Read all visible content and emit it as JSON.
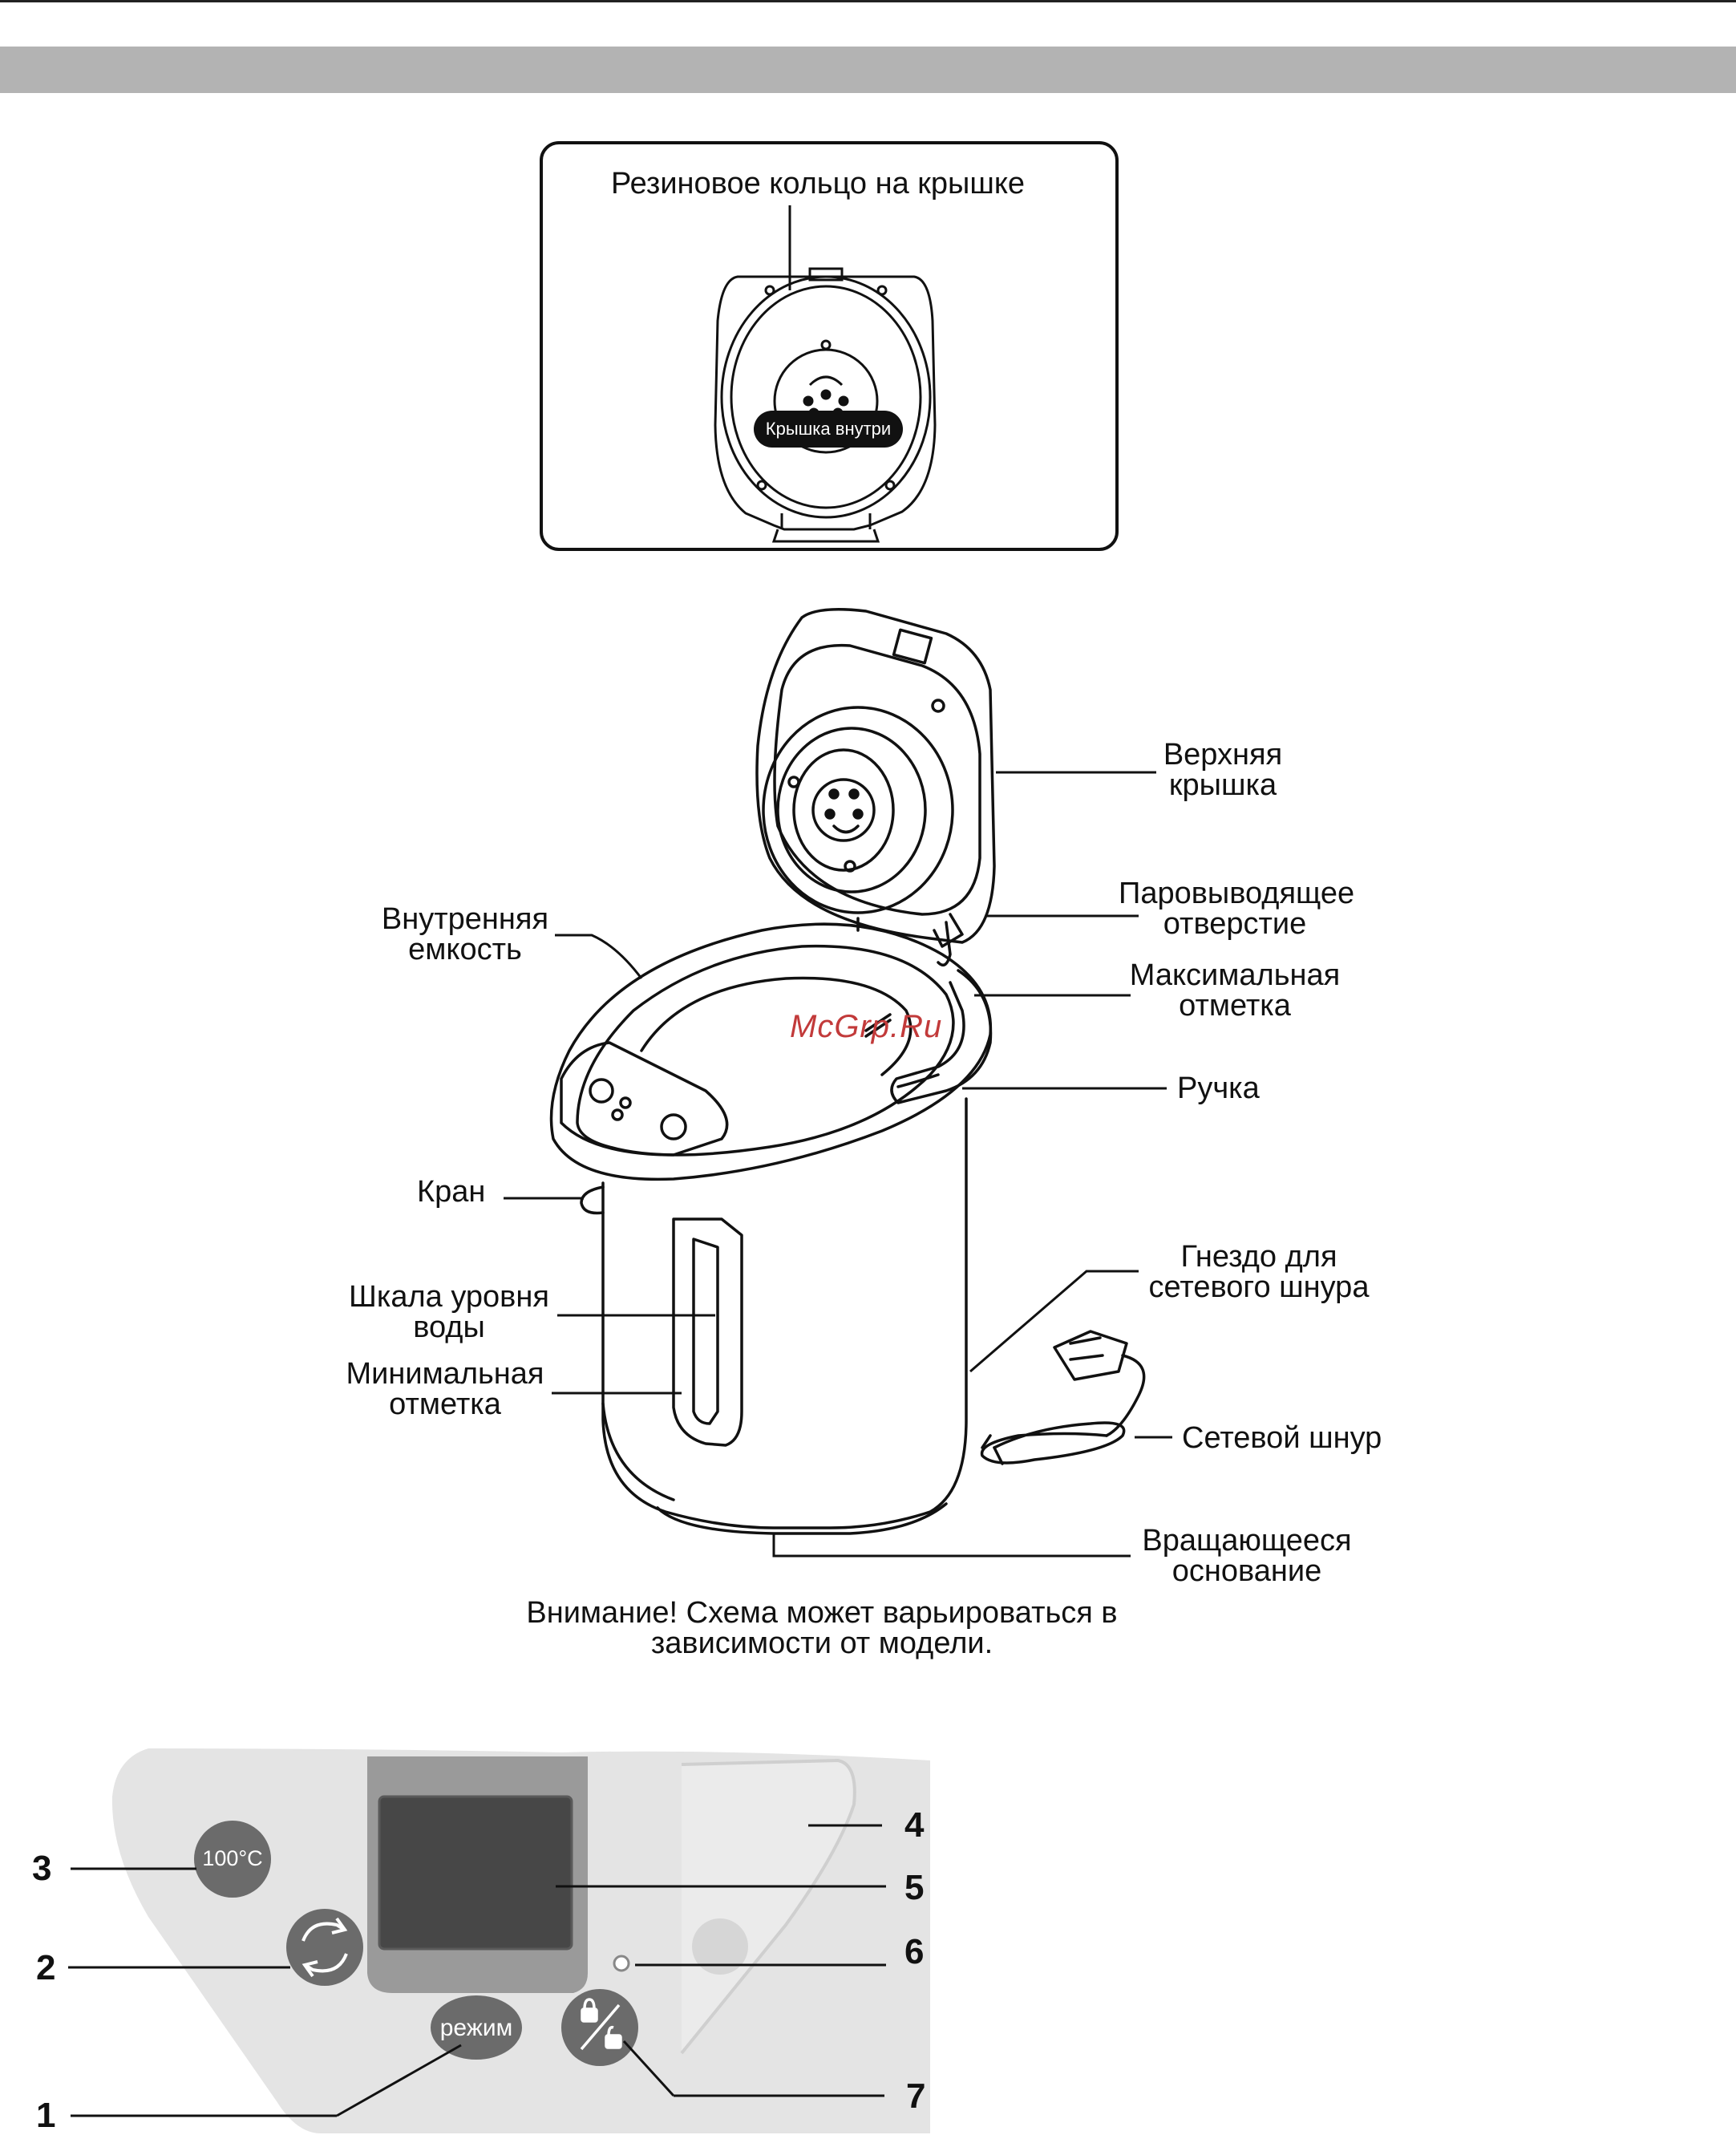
{
  "header": {
    "bar": ""
  },
  "inset": {
    "title": "Резиновое кольцо на крышке",
    "badge": "Крышка внутри"
  },
  "labels": {
    "top_lid": [
      "Верхняя",
      "крышка"
    ],
    "steam_vent": [
      "Паровыводящее",
      "отверстие"
    ],
    "max_mark": [
      "Максимальная",
      "отметка"
    ],
    "handle": "Ручка",
    "inner_tank": [
      "Внутренняя",
      "емкость"
    ],
    "tap": "Кран",
    "water_scale": [
      "Шкала уровня",
      "воды"
    ],
    "min_mark": [
      "Минимальная",
      "отметка"
    ],
    "cord_socket": [
      "Гнездо для",
      "сетевого шнура"
    ],
    "power_cord": "Сетевой шнур",
    "rotating_base": [
      "Вращающееся",
      "основание"
    ]
  },
  "notice": [
    "Внимание! Схема может варьироваться в",
    "зависимости от модели."
  ],
  "watermark": "McGrp.Ru",
  "panel": {
    "btn_100": "100°C",
    "btn_mode": "режим",
    "numbers": [
      "1",
      "2",
      "3",
      "4",
      "5",
      "6",
      "7"
    ]
  },
  "colors": {
    "band": "#b3b3b3",
    "panel_light": "#e4e4e4",
    "panel_mid": "#9a9a9a",
    "display": "#474747",
    "button": "#6b6b6b",
    "watermark": "#c23a3a"
  }
}
